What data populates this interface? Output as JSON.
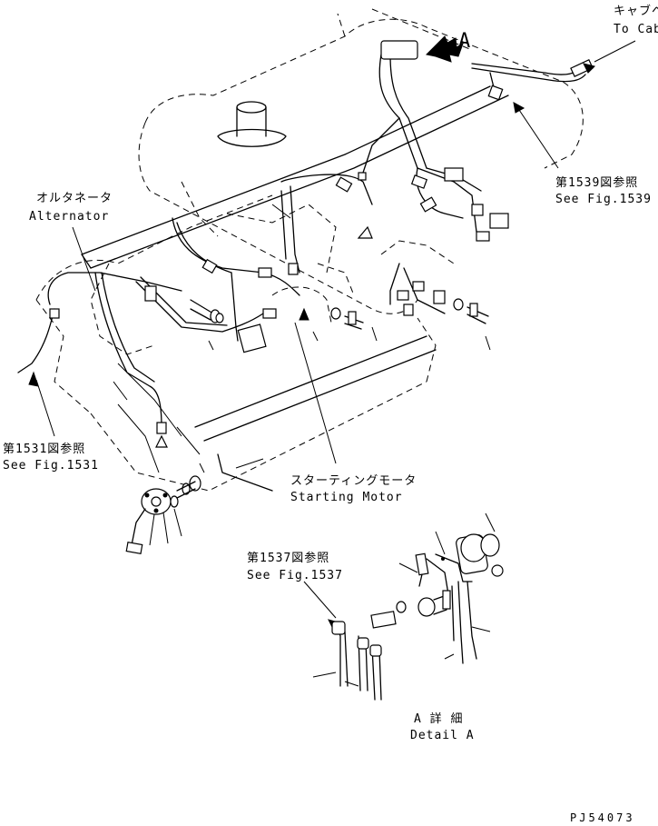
{
  "labels": {
    "to_cab_jp": "キャブへ",
    "to_cab_en": "To Cab",
    "view_a": "A",
    "fig1539_jp": "第1539図参照",
    "fig1539_en": "See Fig.1539",
    "alternator_jp": "オルタネータ",
    "alternator_en": "Alternator",
    "fig1531_jp": "第1531図参照",
    "fig1531_en": "See Fig.1531",
    "starting_motor_jp": "スターティングモータ",
    "starting_motor_en": "Starting Motor",
    "fig1537_jp": "第1537図参照",
    "fig1537_en": "See Fig.1537",
    "detail_a_jp": "A 詳 細",
    "detail_a_en": "Detail A",
    "drawing_code": "PJ54073"
  }
}
